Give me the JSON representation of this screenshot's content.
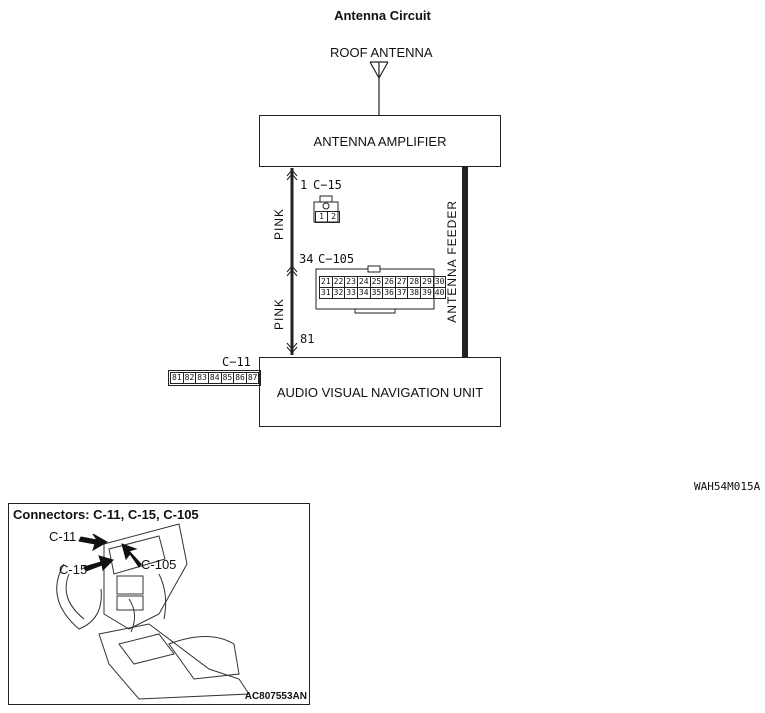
{
  "title": "Antenna Circuit",
  "roof_antenna_label": "ROOF ANTENNA",
  "amplifier_label": "ANTENNA AMPLIFIER",
  "avnu_label": "AUDIO VISUAL NAVIGATION UNIT",
  "antenna_feeder_label": "ANTENNA FEEDER",
  "wire_colors": [
    "PINK",
    "PINK"
  ],
  "pins": {
    "pin_1": "1",
    "c15": "C−15",
    "pin_34": "34",
    "c105": "C−105",
    "pin_81": "81",
    "c11": "C−11"
  },
  "connector_c15_pins": [
    "1",
    "2"
  ],
  "connector_c105_row1": [
    "21",
    "22",
    "23",
    "24",
    "25",
    "26",
    "27",
    "28",
    "29",
    "30"
  ],
  "connector_c105_row2": [
    "31",
    "32",
    "33",
    "34",
    "35",
    "36",
    "37",
    "38",
    "39",
    "40"
  ],
  "connector_c11_pins": [
    "81",
    "82",
    "83",
    "84",
    "85",
    "86",
    "87"
  ],
  "figure_code": "WAH54M015A",
  "inset": {
    "title": "Connectors: C-11, C-15, C-105",
    "callouts": [
      "C-11",
      "C-15",
      "C-105"
    ],
    "figure_code": "AC807553AN"
  }
}
